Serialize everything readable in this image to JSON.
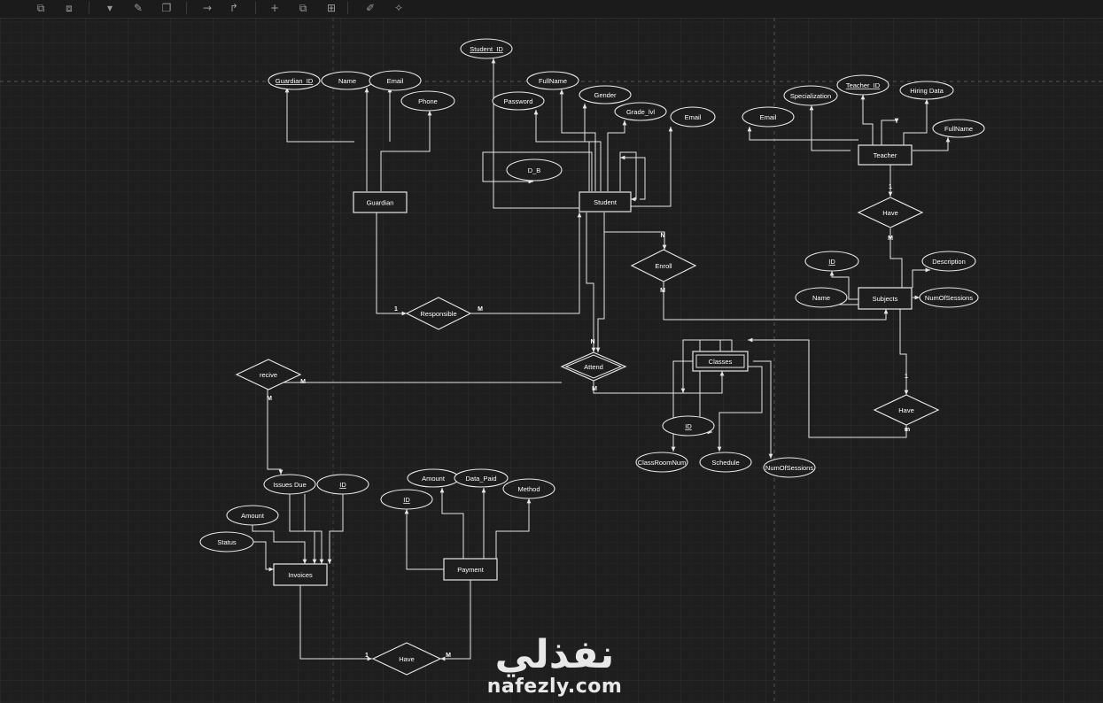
{
  "toolbar": {
    "tools": [
      {
        "icon": "copy-style-icon",
        "glyph": "⧉"
      },
      {
        "icon": "paste-style-icon",
        "glyph": "⧈"
      },
      {
        "icon": "fill-color-icon",
        "glyph": "▾"
      },
      {
        "icon": "line-color-icon",
        "glyph": "✎"
      },
      {
        "icon": "shadow-icon",
        "glyph": "❐"
      },
      {
        "icon": "connector-straight-icon",
        "glyph": "→"
      },
      {
        "icon": "waypoint-icon",
        "glyph": "↱"
      },
      {
        "icon": "insert-icon",
        "glyph": "+"
      },
      {
        "icon": "template-icon",
        "glyph": "⧉"
      },
      {
        "icon": "table-icon",
        "glyph": "⊞"
      },
      {
        "icon": "freehand-icon",
        "glyph": "✐"
      },
      {
        "icon": "magic-icon",
        "glyph": "✧"
      }
    ]
  },
  "colors": {
    "background": "#1e1e1e",
    "grid": "#2a2a2a",
    "stroke": "#e6e6e6",
    "text": "#ffffff"
  },
  "diagram": {
    "entities": [
      {
        "id": "guardian",
        "label": "Guardian"
      },
      {
        "id": "student",
        "label": "Student"
      },
      {
        "id": "teacher",
        "label": "Teacher"
      },
      {
        "id": "subjects",
        "label": "Subjects"
      },
      {
        "id": "classes",
        "label": "Classes",
        "weak": true
      },
      {
        "id": "invoices",
        "label": "Invoices"
      },
      {
        "id": "payment",
        "label": "Payment"
      }
    ],
    "relationships": [
      {
        "id": "responsible",
        "label": "Responsible"
      },
      {
        "id": "enroll",
        "label": "Enroll"
      },
      {
        "id": "attend",
        "label": "Attend",
        "identifying": true
      },
      {
        "id": "recive",
        "label": "recive"
      },
      {
        "id": "have_teacher",
        "label": "Have"
      },
      {
        "id": "have_classes",
        "label": "Have"
      },
      {
        "id": "have_invoices",
        "label": "Have"
      }
    ],
    "attributes": [
      {
        "id": "guardian_id",
        "label": "Guardian_ID",
        "key": true
      },
      {
        "id": "g_name",
        "label": "Name"
      },
      {
        "id": "g_email",
        "label": "Email"
      },
      {
        "id": "g_phone",
        "label": "Phone"
      },
      {
        "id": "student_id",
        "label": "Student_ID",
        "key": true
      },
      {
        "id": "s_fullname",
        "label": "FullName"
      },
      {
        "id": "s_password",
        "label": "Password"
      },
      {
        "id": "s_gender",
        "label": "Gender"
      },
      {
        "id": "s_grade",
        "label": "Grade_lvl"
      },
      {
        "id": "s_email",
        "label": "Email"
      },
      {
        "id": "s_db",
        "label": "D_B"
      },
      {
        "id": "t_specialization",
        "label": "Specialization"
      },
      {
        "id": "teacher_id",
        "label": "Teacher_ID",
        "key": true
      },
      {
        "id": "t_hiring",
        "label": "Hiring Data"
      },
      {
        "id": "t_email",
        "label": "Email"
      },
      {
        "id": "t_fullname",
        "label": "FullName"
      },
      {
        "id": "sub_id",
        "label": "ID",
        "key": true
      },
      {
        "id": "sub_description",
        "label": "Description"
      },
      {
        "id": "sub_name",
        "label": "Name"
      },
      {
        "id": "sub_sessions",
        "label": "NumOfSessions"
      },
      {
        "id": "c_id",
        "label": "ID",
        "key": true
      },
      {
        "id": "c_room",
        "label": "ClassRoomNum"
      },
      {
        "id": "c_schedule",
        "label": "Schedule"
      },
      {
        "id": "c_sessions",
        "label": "NumOfSessions"
      },
      {
        "id": "i_issues",
        "label": "Issues Due"
      },
      {
        "id": "i_id",
        "label": "ID",
        "key": true
      },
      {
        "id": "i_amount",
        "label": "Amount"
      },
      {
        "id": "i_status",
        "label": "Status"
      },
      {
        "id": "p_amount",
        "label": "Amount"
      },
      {
        "id": "p_date",
        "label": "Data_Paid"
      },
      {
        "id": "p_id",
        "label": "ID",
        "key": true
      },
      {
        "id": "p_method",
        "label": "Method"
      }
    ],
    "cardinalities": [
      {
        "id": "c1",
        "label": "1"
      },
      {
        "id": "c2",
        "label": "M"
      },
      {
        "id": "c3",
        "label": "N"
      },
      {
        "id": "c4",
        "label": "M"
      },
      {
        "id": "c5",
        "label": "N"
      },
      {
        "id": "c6",
        "label": "M"
      },
      {
        "id": "c7",
        "label": "M"
      },
      {
        "id": "c8",
        "label": "M"
      },
      {
        "id": "c9",
        "label": "1"
      },
      {
        "id": "c10",
        "label": "M"
      },
      {
        "id": "c11",
        "label": "1"
      },
      {
        "id": "c12",
        "label": "m"
      },
      {
        "id": "c13",
        "label": "1"
      },
      {
        "id": "c14",
        "label": "M"
      }
    ]
  },
  "watermark": {
    "arabic": "نفذلي",
    "latin": "nafezly.com"
  }
}
